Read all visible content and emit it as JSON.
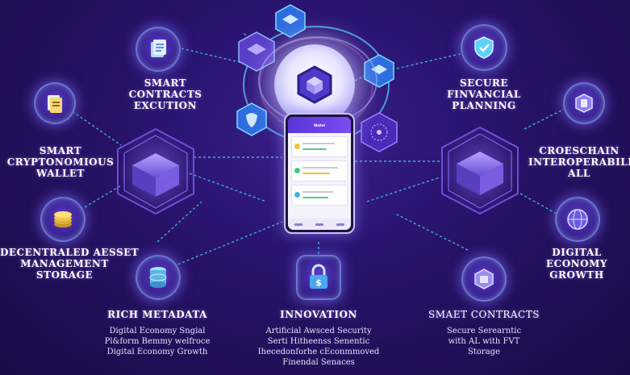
{
  "labels": {
    "smart_contracts_execution": [
      "SMART",
      "CONTRACTS",
      "EXCUTION"
    ],
    "smart_wallet": [
      "SMART",
      "CRYPTONOMIOUS",
      "WALLET"
    ],
    "decentralized_asset": [
      "DECENTRALED AESSET",
      "MANAGEMENT",
      "STORAGE"
    ],
    "rich_metadata": [
      "RICH METADATA"
    ],
    "innovation": [
      "INNOVATION"
    ],
    "smart_contracts_bottom": [
      "SMAET CONTRACTS"
    ],
    "secure_financial": [
      "SECURE",
      "FINVANCIAL",
      "PLANNING"
    ],
    "crosschain": [
      "CROESCHAIN",
      "INTEROPERABILITY",
      "ALL"
    ],
    "digital_economy": [
      "DIGITAL",
      "ECONOMY",
      "GROWTH"
    ]
  },
  "sublabels": {
    "rich_metadata": [
      "Digital Economy Sngial",
      "Pl&form Bemmy welfroce",
      "Digital Economy Growth"
    ],
    "innovation": [
      "Artificial Awsced Security",
      "Serti Hitheenss Senentic",
      "Ihecedonforhe cEconmmoved",
      "Finendal Senaces"
    ],
    "smart_contracts_bottom": [
      "Secure Serearntic",
      "with AL with FVT",
      "Storage"
    ]
  },
  "phone": {
    "header": "Wallet"
  },
  "colors": {
    "background": "#24105e",
    "link_line": "#3fc8d8",
    "hex_purple": "#7a5ce0",
    "hex_blue": "#3b6ef0"
  },
  "icons": [
    "document-stack-icon",
    "shield-icon",
    "server-stack-icon",
    "coin-stack-icon",
    "database-icon",
    "lock-icon",
    "atom-icon",
    "globe-icon",
    "padlock-dollar-icon",
    "cube-logo-icon",
    "blockchain-hex-icon"
  ]
}
